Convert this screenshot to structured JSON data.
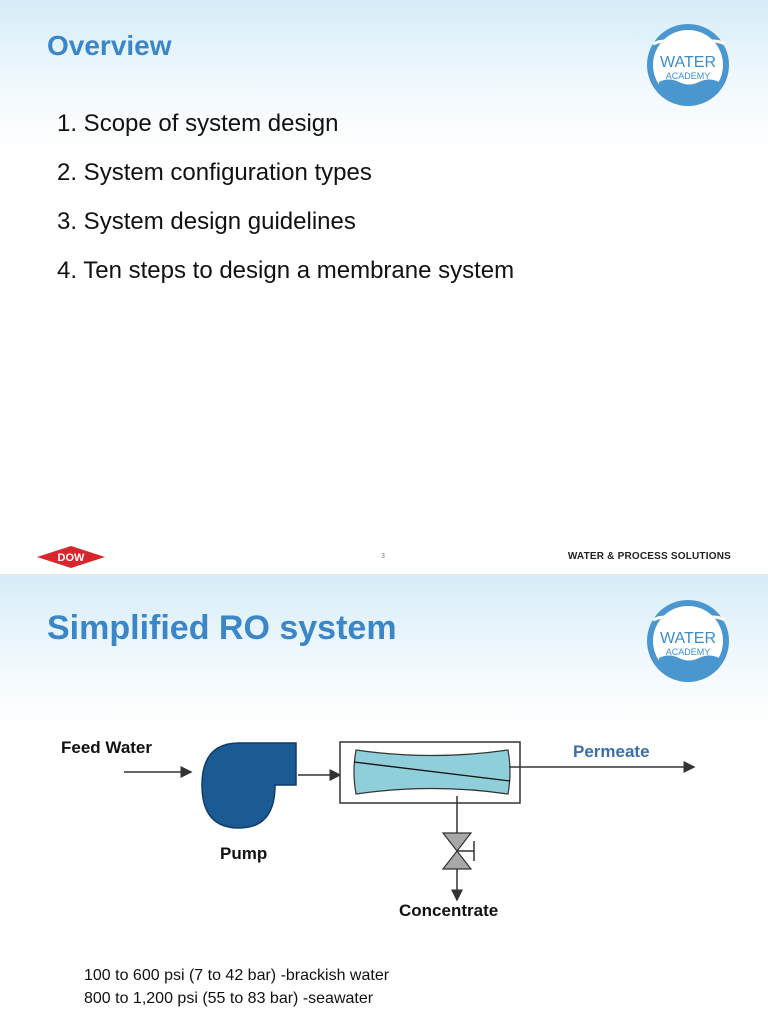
{
  "slide1": {
    "title": "Overview",
    "items": [
      "1. Scope of system design",
      "2. System configuration types",
      "3. System design guidelines",
      "4. Ten steps to design a membrane system"
    ],
    "page_number": "3",
    "footer_brand": "WATER & PROCESS SOLUTIONS",
    "footer_logo_text": "DOW"
  },
  "logo": {
    "line1": "WATER",
    "line2": "ACADEMY"
  },
  "slide2": {
    "title": "Simplified RO system",
    "diagram": {
      "feed_label": "Feed Water",
      "pump_label": "Pump",
      "permeate_label": "Permeate",
      "concentrate_label": "Concentrate"
    },
    "pressures": [
      "100 to 600 psi (7 to 42 bar) -brackish water",
      "800 to 1,200 psi (55 to 83 bar) -seawater"
    ]
  },
  "colors": {
    "title": "#3a86c8",
    "pump": "#1c5a94",
    "membrane": "#8fcfd9",
    "permeate_label": "#3a6fa8",
    "dow_red": "#d8262f"
  },
  "icons": {
    "logo": "water-academy-logo",
    "company": "dow-diamond-logo",
    "pump": "centrifugal-pump-icon",
    "valve": "control-valve-icon"
  }
}
